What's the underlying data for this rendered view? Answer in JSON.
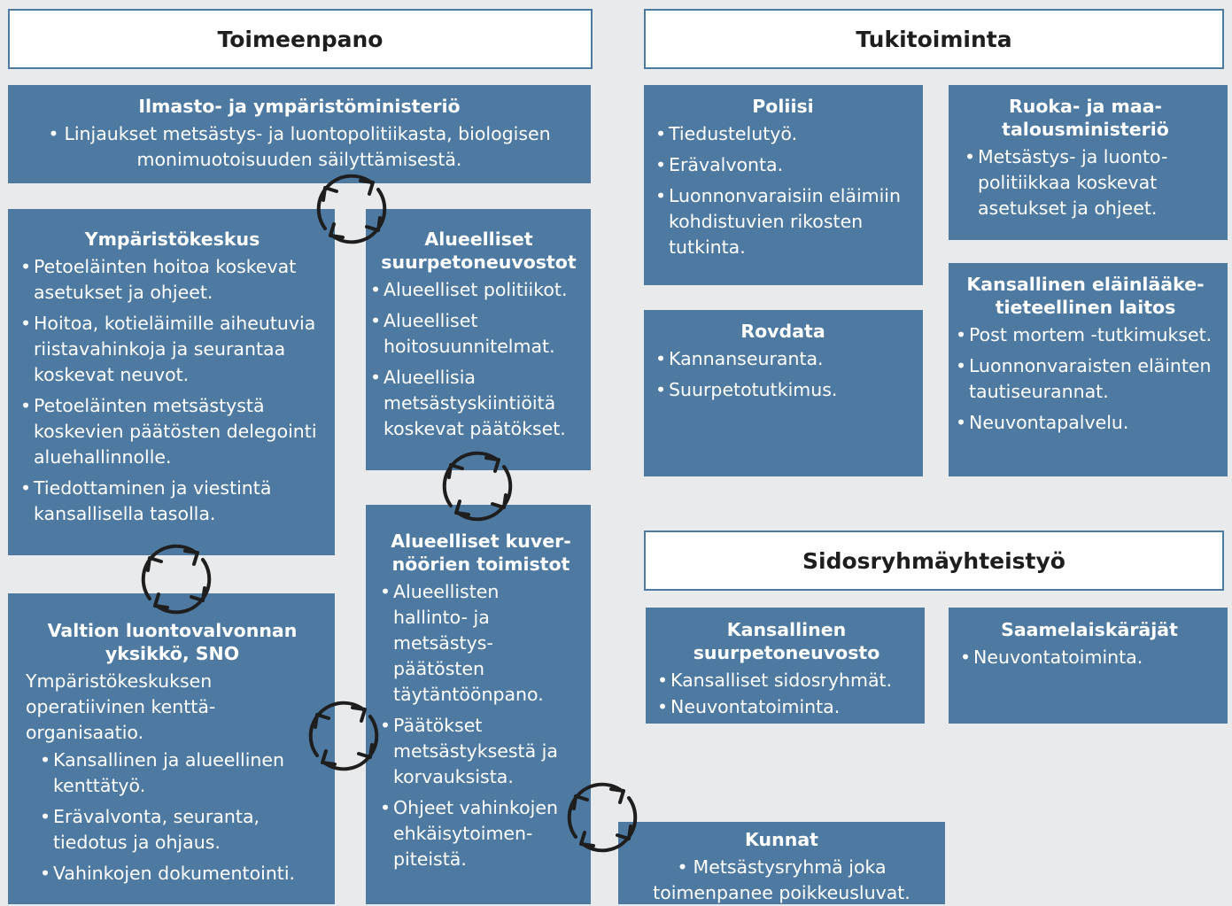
{
  "headers": {
    "toimeenpano": "Toimeenpano",
    "tukitoiminta": "Tukitoiminta",
    "sidosryhma": "Sidosryhmäyhteistyö"
  },
  "ministerio": {
    "title": "Ilmasto- ja ympäristöministeriö",
    "items": [
      "Linjaukset metsästys- ja luontopolitiikasta, biologisen monimuotoisuuden säilyttämisestä."
    ]
  },
  "ymparistokeskus": {
    "title": "Ympäristökeskus",
    "items": [
      "Petoeläinten hoitoa koskevat asetukset ja ohjeet.",
      "Hoitoa, kotieläimille aiheutuvia riistavahinkoja ja seurantaa koskevat neuvot.",
      "Petoeläinten metsästystä koskevien päätösten delegointi aluehallinnolle.",
      "Tiedottaminen ja viestintä kansallisella tasolla."
    ]
  },
  "suurpetoneuvostot": {
    "title": "Alueelliset suurpetoneuvostot",
    "items": [
      "Alueelliset politiikot.",
      "Alueelliset hoitosuunnitelmat.",
      "Alueellisia metsästyskiintiöitä koskevat päätökset."
    ]
  },
  "kuvernoorit": {
    "title": "Alueelliset kuver- nöörien toimistot",
    "items": [
      "Alueellisten hallinto- ja metsästys- päätösten täytäntöönpano.",
      "Päätökset metsästyksestä ja korvauksista.",
      "Ohjeet vahinkojen ehkäisytoimen- piteistä."
    ]
  },
  "sno": {
    "title": "Valtion luontovalvonnan yksikkö, SNO",
    "intro": "Ympäristökeskuksen operatiivinen kenttä- organisaatio.",
    "items": [
      "Kansallinen ja alueellinen kenttätyö.",
      "Erävalvonta, seuranta, tiedotus ja ohjaus.",
      "Vahinkojen dokumentointi."
    ]
  },
  "kunnat": {
    "title": "Kunnat",
    "items": [
      "Metsästysryhmä joka toimenpanee poikkeusluvat."
    ]
  },
  "poliisi": {
    "title": "Poliisi",
    "items": [
      "Tiedustelutyö.",
      "Erävalvonta.",
      "Luonnonvaraisiin eläimiin kohdistuvien rikosten tutkinta."
    ]
  },
  "ruoka": {
    "title": "Ruoka- ja maa- talousministeriö",
    "items": [
      "Metsästys- ja luonto- politiikkaa koskevat asetukset ja ohjeet."
    ]
  },
  "rovdata": {
    "title": "Rovdata",
    "items": [
      "Kannanseuranta.",
      "Suurpetotutkimus."
    ]
  },
  "elainlaake": {
    "title": "Kansallinen eläinlääke- tieteellinen laitos",
    "items": [
      "Post mortem -tutkimukset.",
      "Luonnonvaraisten eläinten tautiseurannat.",
      "Neuvontapalvelu."
    ]
  },
  "kansallinen": {
    "title": "Kansallinen suurpetoneuvosto",
    "items": [
      "Kansalliset sidosryhmät.",
      "Neuvontatoiminta."
    ]
  },
  "saamelais": {
    "title": "Saamelaiskäräjät",
    "items": [
      "Neuvontatoiminta."
    ]
  },
  "colors": {
    "box": "#4e7aa2",
    "header_border": "#4e7aa2",
    "background": "#e9eaec",
    "arrow": "#1e1e1e"
  }
}
